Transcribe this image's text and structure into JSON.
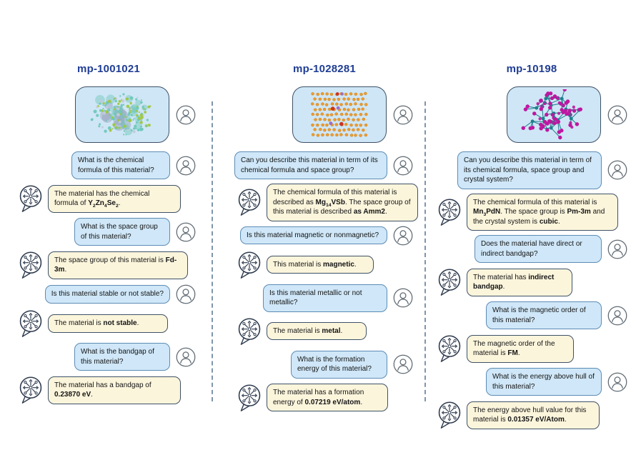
{
  "colors": {
    "background": "#ffffff",
    "title": "#1f3d94",
    "text": "#141414",
    "user_bubble_bg": "#cfe7f8",
    "user_bubble_border": "#5d8cb5",
    "bot_bubble_bg": "#fbf5dc",
    "bot_bubble_border": "#3e5166",
    "card_bg": "#cfe6f6",
    "card_border": "#3e5166",
    "divider": "#7e95ab",
    "icon_stroke": "#2e3b4e",
    "person_stroke": "#5f6a72"
  },
  "icons": {
    "user_avatar": "person-circle-icon",
    "assistant_avatar": "snowflake-speech-bubble-icon"
  },
  "columns": [
    {
      "id": "mp-1001021",
      "crystal_palette": {
        "atoms_primary": "#6cc8ba",
        "atoms_secondary": "#9ec73b",
        "atoms_tertiary": "#98a3bd"
      },
      "messages": [
        {
          "role": "user",
          "segments": [
            {
              "t": "What is the chemical formula of this material?"
            }
          ]
        },
        {
          "role": "bot",
          "segments": [
            {
              "t": "The material has the chemical formula of "
            },
            {
              "t": "Y",
              "b": true
            },
            {
              "t": "2",
              "b": true,
              "s": true
            },
            {
              "t": "Zn",
              "b": true
            },
            {
              "t": "4",
              "b": true,
              "s": true
            },
            {
              "t": "Se",
              "b": true
            },
            {
              "t": "2",
              "b": true,
              "s": true
            },
            {
              "t": "."
            }
          ]
        },
        {
          "role": "user",
          "segments": [
            {
              "t": "What is the space group of this material?"
            }
          ]
        },
        {
          "role": "bot",
          "segments": [
            {
              "t": "The space group of this material is "
            },
            {
              "t": "Fd-3m",
              "b": true
            },
            {
              "t": "."
            }
          ]
        },
        {
          "role": "user",
          "segments": [
            {
              "t": "Is this material stable or not stable?"
            }
          ]
        },
        {
          "role": "bot",
          "segments": [
            {
              "t": "The material is "
            },
            {
              "t": "not stable",
              "b": true
            },
            {
              "t": "."
            }
          ]
        },
        {
          "role": "user",
          "segments": [
            {
              "t": "What is the bandgap of this material?"
            }
          ]
        },
        {
          "role": "bot",
          "segments": [
            {
              "t": "The material has a bandgap of "
            },
            {
              "t": "0.23870 eV",
              "b": true
            },
            {
              "t": "."
            }
          ]
        }
      ]
    },
    {
      "id": "mp-1028281",
      "crystal_palette": {
        "atoms_primary": "#ef9b2d",
        "atoms_secondary": "#cc3322",
        "atoms_tertiary": "#9a6fc8"
      },
      "messages": [
        {
          "role": "user",
          "segments": [
            {
              "t": "Can you describe this material in term of its chemical formula and space group?"
            }
          ]
        },
        {
          "role": "bot",
          "segments": [
            {
              "t": "The chemical formula of this material is described as "
            },
            {
              "t": "Mg",
              "b": true
            },
            {
              "t": "14",
              "b": true,
              "s": true
            },
            {
              "t": "VSb",
              "b": true
            },
            {
              "t": ". The space group of this material is described "
            },
            {
              "t": "as Amm2",
              "b": true
            },
            {
              "t": "."
            }
          ]
        },
        {
          "role": "user",
          "segments": [
            {
              "t": "Is this material magnetic or nonmagnetic?"
            }
          ]
        },
        {
          "role": "bot",
          "segments": [
            {
              "t": "This material is "
            },
            {
              "t": "magnetic",
              "b": true
            },
            {
              "t": "."
            }
          ]
        },
        {
          "role": "user",
          "segments": [
            {
              "t": "Is this material metallic or not metallic?"
            }
          ]
        },
        {
          "role": "bot",
          "segments": [
            {
              "t": "The material is "
            },
            {
              "t": "metal",
              "b": true
            },
            {
              "t": "."
            }
          ]
        },
        {
          "role": "user",
          "segments": [
            {
              "t": "What is the formation energy of this material?"
            }
          ]
        },
        {
          "role": "bot",
          "segments": [
            {
              "t": "The material has a formation energy of "
            },
            {
              "t": "0.07219 eV/atom",
              "b": true
            },
            {
              "t": "."
            }
          ]
        }
      ]
    },
    {
      "id": "mp-10198",
      "crystal_palette": {
        "atoms_primary": "#bd17a0",
        "atoms_secondary": "#1f7f8d"
      },
      "messages": [
        {
          "role": "user",
          "segments": [
            {
              "t": "Can you describe this material in term of its chemical formula, space group and crystal system?"
            }
          ]
        },
        {
          "role": "bot",
          "segments": [
            {
              "t": "The chemical formula of this material is "
            },
            {
              "t": "Mn",
              "b": true
            },
            {
              "t": "3",
              "b": true,
              "s": true
            },
            {
              "t": "PdN",
              "b": true
            },
            {
              "t": ". The space group is "
            },
            {
              "t": "Pm-3m",
              "b": true
            },
            {
              "t": " and the crystal system is "
            },
            {
              "t": "cubic",
              "b": true
            },
            {
              "t": "."
            }
          ]
        },
        {
          "role": "user",
          "segments": [
            {
              "t": "Does the material have direct or indirect bandgap?"
            }
          ]
        },
        {
          "role": "bot",
          "segments": [
            {
              "t": "The material has "
            },
            {
              "t": "indirect bandgap",
              "b": true
            },
            {
              "t": "."
            }
          ]
        },
        {
          "role": "user",
          "segments": [
            {
              "t": "What is the magnetic order of this material?"
            }
          ]
        },
        {
          "role": "bot",
          "segments": [
            {
              "t": "The magnetic order of the material is "
            },
            {
              "t": "FM",
              "b": true
            },
            {
              "t": "."
            }
          ]
        },
        {
          "role": "user",
          "segments": [
            {
              "t": "What is the energy above hull of this material?"
            }
          ]
        },
        {
          "role": "bot",
          "segments": [
            {
              "t": "The energy above hull value for this material is "
            },
            {
              "t": "0.01357 eV/Atom",
              "b": true
            },
            {
              "t": "."
            }
          ]
        }
      ]
    }
  ]
}
